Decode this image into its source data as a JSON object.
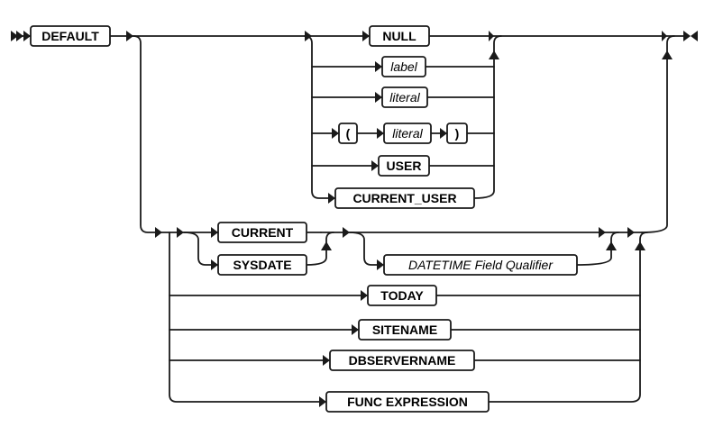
{
  "diagram": {
    "start_keyword": "DEFAULT",
    "literal_branch": {
      "null_kw": "NULL",
      "label": "label",
      "literal": "literal",
      "paren_open": "(",
      "paren_literal": "literal",
      "paren_close": ")",
      "user_kw": "USER",
      "current_user_kw": "CURRENT_USER"
    },
    "datetime_branch": {
      "current_kw": "CURRENT",
      "sysdate_kw": "SYSDATE",
      "field_qualifier": "DATETIME Field Qualifier",
      "today_kw": "TODAY",
      "sitename_kw": "SITENAME",
      "dbservername_kw": "DBSERVERNAME",
      "func_expression": "FUNC EXPRESSION"
    }
  }
}
